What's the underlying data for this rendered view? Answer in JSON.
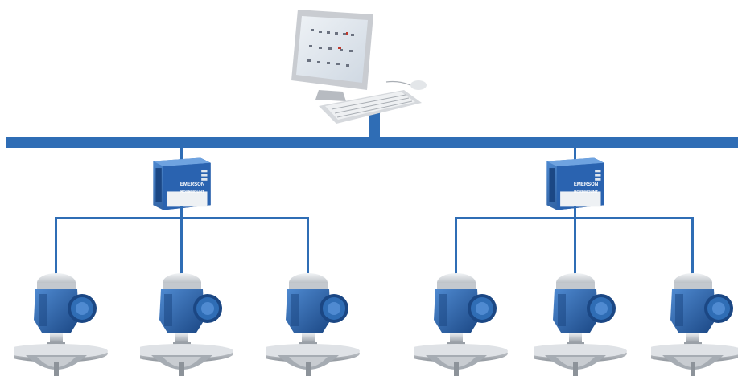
{
  "colors": {
    "bus": "#2f6db5",
    "background": "#ffffff",
    "device_blue": "#2a63b0",
    "device_blue_dark": "#1b4784",
    "device_metal": "#b9bec4",
    "screen": "#dfe6ee",
    "monitor_frame": "#c9ccd1"
  },
  "workstation": {
    "icon": "computer-workstation-icon"
  },
  "gateways": [
    {
      "brand_top": "EMERSON",
      "brand_bottom": "ROSEMOUNT",
      "icon": "gateway-hub-icon"
    },
    {
      "brand_top": "EMERSON",
      "brand_bottom": "ROSEMOUNT",
      "icon": "gateway-hub-icon"
    }
  ],
  "transmitters": {
    "icon": "radar-level-transmitter-icon",
    "per_gateway": 3,
    "total": 6
  }
}
